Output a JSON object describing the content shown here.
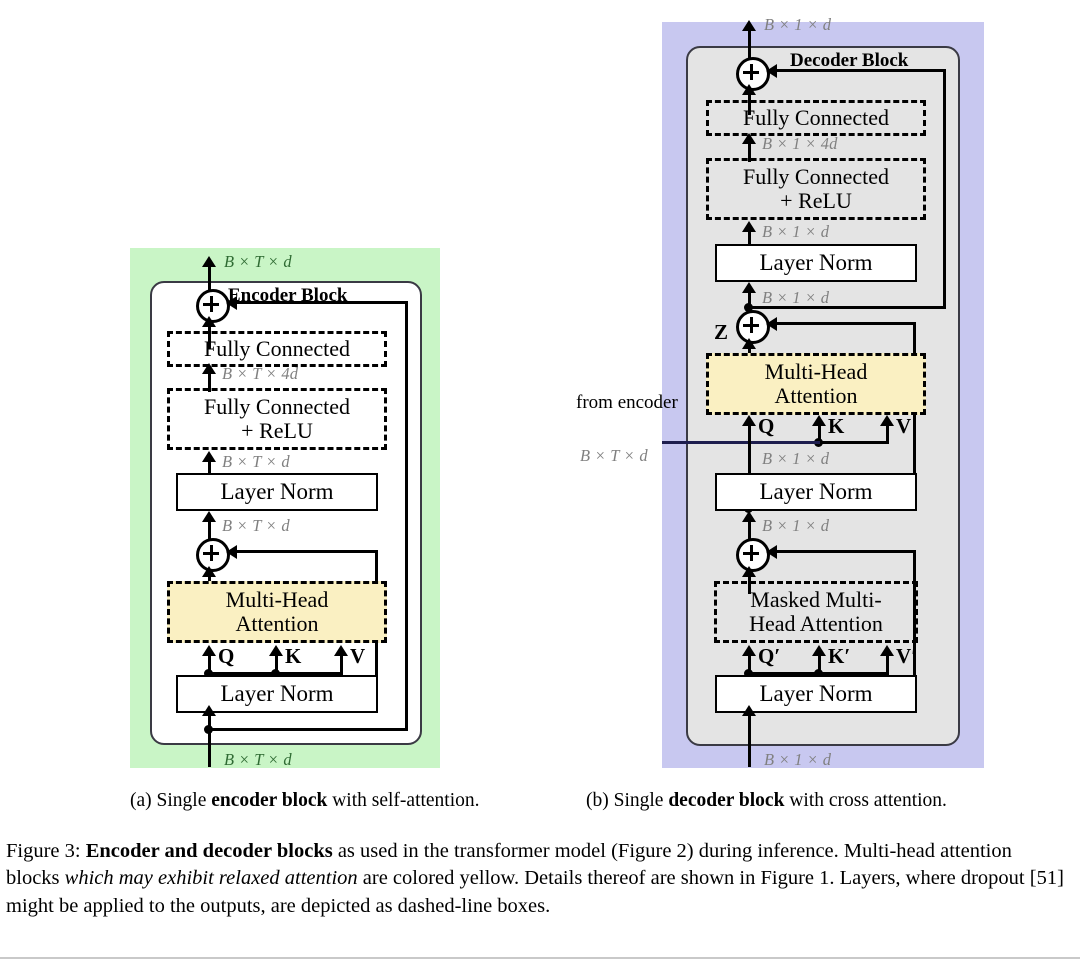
{
  "figure": {
    "number": "Figure 3:",
    "bold_lead": "Encoder and decoder blocks",
    "text_1": " as used in the transformer model (Figure 2) during inference. Multi-head attention blocks ",
    "italic": "which may exhibit relaxed attention",
    "text_2": " are colored yellow. Details thereof are shown in Figure 1. Layers, where dropout [51] might be applied to the outputs, are depicted as dashed-line boxes."
  },
  "subcaptions": {
    "a": {
      "prefix": "(a) Single ",
      "bold": "encoder block",
      "suffix": " with self-attention."
    },
    "b": {
      "prefix": "(b) Single ",
      "bold": "decoder block",
      "suffix": " with cross attention."
    }
  },
  "colors": {
    "encoder_tint": "#c9f5c6",
    "decoder_tint": "#c8c8f0",
    "decoder_card": "#e4e4e4",
    "attention_yellow": "#faf0c2",
    "dim_label": "#808080",
    "dim_label_green": "#2f6b33",
    "outline": "#3a3a44"
  },
  "encoder": {
    "title": "Encoder Block",
    "io": {
      "output_dim": "B × T × d",
      "input_dim": "B × T × d"
    },
    "layers": [
      {
        "label": "Fully Connected",
        "style": "dashed"
      },
      {
        "label_line1": "Fully Connected",
        "label_line2": "+ ReLU",
        "style": "dashed"
      },
      {
        "label": "Layer Norm",
        "style": "solid"
      },
      {
        "label_line1": "Multi-Head",
        "label_line2": "Attention",
        "style": "dashed-yellow"
      },
      {
        "label": "Layer Norm",
        "style": "solid"
      }
    ],
    "dims": [
      {
        "text": "B × T × 4d"
      },
      {
        "text": "B × T × d"
      },
      {
        "text": "B × T × d"
      }
    ],
    "qkv": [
      "Q",
      "K",
      "V"
    ],
    "residual_nodes": [
      "+",
      "+"
    ]
  },
  "decoder": {
    "title": "Decoder Block",
    "io": {
      "output_dim": "B × 1 × d",
      "input_dim": "B × 1 × d"
    },
    "layers": [
      {
        "label": "Fully Connected",
        "style": "dashed"
      },
      {
        "label_line1": "Fully Connected",
        "label_line2": "+ ReLU",
        "style": "dashed"
      },
      {
        "label": "Layer Norm",
        "style": "solid"
      },
      {
        "label_line1": "Multi-Head",
        "label_line2": "Attention",
        "style": "dashed-yellow"
      },
      {
        "label": "Layer Norm",
        "style": "solid"
      },
      {
        "label_line1": "Masked Multi-",
        "label_line2": "Head Attention",
        "style": "dashed"
      },
      {
        "label": "Layer Norm",
        "style": "solid"
      }
    ],
    "dims": [
      {
        "text": "B × 1 × 4d"
      },
      {
        "text": "B × 1 × d"
      },
      {
        "text": "B × 1 × d"
      },
      {
        "text": "B × 1 × d"
      },
      {
        "text": "B × 1 × d"
      }
    ],
    "z_label": "Z",
    "cross_qkv": [
      "Q",
      "K",
      "V"
    ],
    "masked_qkv": [
      "Q′",
      "K′",
      "V′"
    ],
    "from_encoder": {
      "line1": "from",
      "line2": "encoder",
      "dim": "B × T × d"
    },
    "residual_nodes": [
      "+",
      "+",
      "+"
    ]
  }
}
